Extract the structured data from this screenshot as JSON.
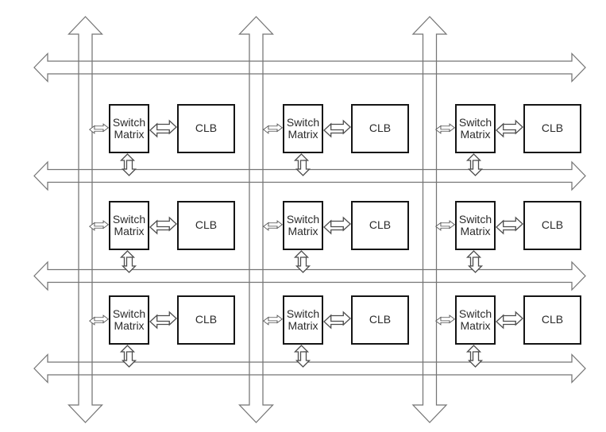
{
  "diagram": {
    "blocks": {
      "switch_matrix": {
        "line1": "Switch",
        "line2": "Matrix"
      },
      "clb": "CLB"
    },
    "grid": {
      "rows": 3,
      "cols": 3
    },
    "channels": {
      "horizontal": 4,
      "vertical": 3
    },
    "icons": {
      "horizontal_channel": "horizontal-double-arrow",
      "vertical_channel": "vertical-double-arrow",
      "link": "bidirectional-link-arrow"
    },
    "colors": {
      "channel_outline": "#757575",
      "link_arrow_outline": "#4d4d4d",
      "box_border": "#151515",
      "text": "#2b2b2b",
      "background": "#ffffff"
    }
  }
}
